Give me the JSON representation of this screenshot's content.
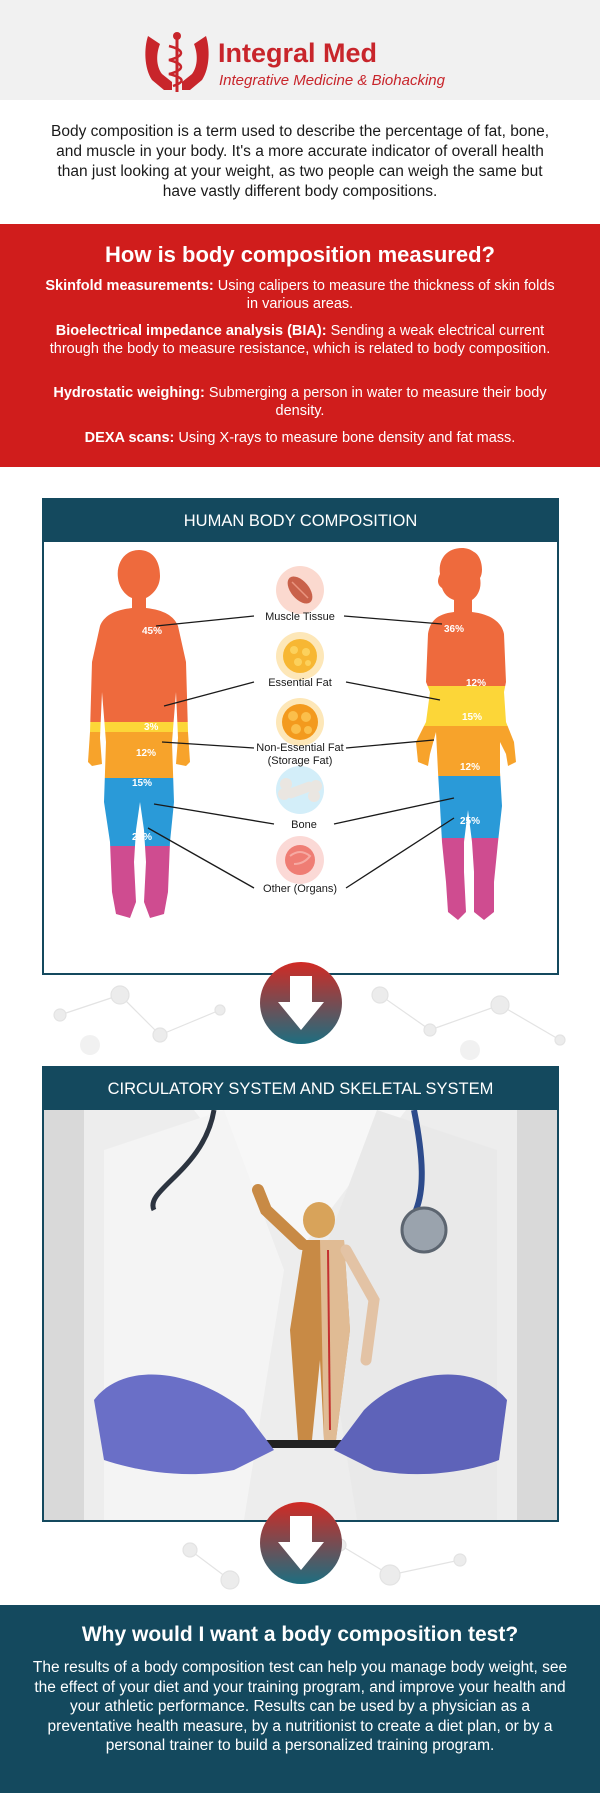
{
  "brand": {
    "name": "Integral Med",
    "tagline": "Integrative Medicine & Biohacking",
    "color": "#c8252b"
  },
  "intro": "Body composition is a term used to describe the percentage of fat, bone, and muscle in your body. It's a more accurate indicator of overall health than just looking at your weight, as two people can weigh the same but have vastly different body compositions.",
  "measure": {
    "title": "How is body composition measured?",
    "methods": [
      {
        "name": "Skinfold measurements:",
        "desc": " Using calipers to measure the thickness of skin folds in various areas."
      },
      {
        "name": "Bioelectrical impedance analysis (BIA):",
        "desc": " Sending a weak electrical current through the body to measure resistance, which is related to body composition."
      },
      {
        "name": "Hydrostatic weighing:",
        "desc": " Submerging a person in water to measure their body density."
      },
      {
        "name": "DEXA scans:",
        "desc": " Using X-rays to measure bone density and fat mass."
      }
    ],
    "bg": "#d01d1c"
  },
  "composition": {
    "heading": "HUMAN BODY COMPOSITION",
    "labels": {
      "muscle": "Muscle Tissue",
      "essential": "Essential Fat",
      "nonessential1": "Non-Essential Fat",
      "nonessential2": "(Storage Fat)",
      "bone": "Bone",
      "other": "Other (Organs)"
    },
    "male": {
      "muscle": "45%",
      "essential": "3%",
      "storage": "12%",
      "bone": "15%",
      "other": "25%"
    },
    "female": {
      "muscle": "36%",
      "essential": "12%",
      "storage": "15%",
      "bone": "12%",
      "other": "25%"
    },
    "colors": {
      "muscle": "#ee6a3d",
      "essential": "#fcd638",
      "storage": "#f7a32b",
      "bone": "#2a9ad8",
      "other": "#cf4c90"
    }
  },
  "systems": {
    "heading": "CIRCULATORY SYSTEM AND SKELETAL SYSTEM"
  },
  "why": {
    "title": "Why would I want a body composition test?",
    "text": "The results of a body composition test can help you manage body weight, see the effect of your diet and your training program, and improve your health and your athletic performance. Results can be used by a physician as a preventative health measure, by a nutritionist to create a diet plan, or by a personal trainer to build a personalized training program."
  },
  "theme": {
    "navy": "#14495e"
  }
}
